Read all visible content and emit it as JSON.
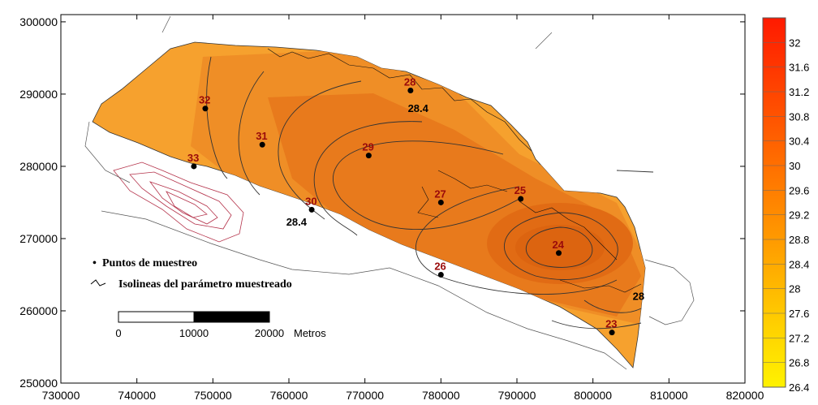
{
  "chart_data": {
    "type": "contour-map",
    "x_ticks": [
      "730000",
      "740000",
      "750000",
      "760000",
      "770000",
      "780000",
      "790000",
      "800000",
      "810000",
      "820000"
    ],
    "y_ticks": [
      "250000",
      "260000",
      "270000",
      "280000",
      "290000",
      "300000"
    ],
    "xlim": [
      730000,
      820000
    ],
    "ylim": [
      250000,
      301000
    ],
    "sites": [
      {
        "id": "23",
        "x": 802500,
        "y": 257000
      },
      {
        "id": "24",
        "x": 795500,
        "y": 268000
      },
      {
        "id": "25",
        "x": 790500,
        "y": 275500
      },
      {
        "id": "26",
        "x": 780000,
        "y": 265000
      },
      {
        "id": "27",
        "x": 780000,
        "y": 275000
      },
      {
        "id": "28",
        "x": 776000,
        "y": 290500
      },
      {
        "id": "29",
        "x": 770500,
        "y": 281500
      },
      {
        "id": "30",
        "x": 763000,
        "y": 274000
      },
      {
        "id": "31",
        "x": 756500,
        "y": 283000
      },
      {
        "id": "32",
        "x": 749000,
        "y": 288000
      },
      {
        "id": "33",
        "x": 747500,
        "y": 280000
      }
    ],
    "isoline_labels": [
      {
        "text": "28.4",
        "x": 777000,
        "y": 287500
      },
      {
        "text": "28.4",
        "x": 761000,
        "y": 271800
      },
      {
        "text": "28",
        "x": 806000,
        "y": 261500
      }
    ],
    "colorbar": {
      "labels": [
        "32",
        "31.6",
        "31.2",
        "30.8",
        "30.4",
        "30",
        "29.6",
        "29.2",
        "28.8",
        "28.4",
        "28",
        "27.6",
        "27.2",
        "26.8",
        "26.4"
      ],
      "min": 26.4,
      "max": 32.4,
      "colors_high_to_low": [
        "#ff1a00",
        "#ff5a00",
        "#ff9a00",
        "#ffd700",
        "#fff000"
      ]
    },
    "legend": {
      "point_label": "Puntos de muestreo",
      "isoline_label": "Isolineas del parámetro muestreado"
    },
    "scale_bar": {
      "labels": [
        "0",
        "10000",
        "20000"
      ],
      "unit": "Metros"
    },
    "fill_colors": {
      "outer": "#f6a12e",
      "mid": "#ef8e26",
      "core": "#e87a1c",
      "hot": "#e16b14"
    }
  }
}
